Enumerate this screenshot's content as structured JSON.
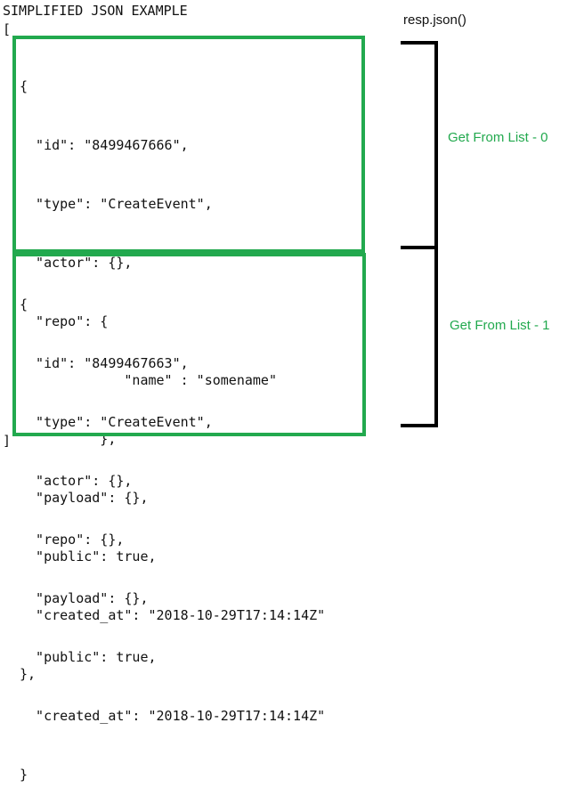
{
  "title": "SIMPLIFIED JSON EXAMPLE",
  "open_bracket": "[",
  "close_bracket": "]",
  "resp_label": "resp.json()",
  "block1": {
    "lines": [
      "{",
      "  \"id\": \"8499467666\",",
      "  \"type\": \"CreateEvent\",",
      "  \"actor\": {},",
      "  \"repo\": {",
      "             \"name\" : \"somename\"",
      "          },",
      "  \"payload\": {},",
      "  \"public\": true,",
      "  \"created_at\": \"2018-10-29T17:14:14Z\"",
      "},"
    ],
    "label": "Get From List - 0"
  },
  "block2": {
    "lines": [
      "{",
      "  \"id\": \"8499467663\",",
      "  \"type\": \"CreateEvent\",",
      "  \"actor\": {},",
      "  \"repo\": {},",
      "  \"payload\": {},",
      "  \"public\": true,",
      "  \"created_at\": \"2018-10-29T17:14:14Z\"",
      "}"
    ],
    "label": "Get From List - 1"
  },
  "colors": {
    "box_border": "#22a94e",
    "label_text": "#22a94e",
    "brace": "#000000"
  }
}
